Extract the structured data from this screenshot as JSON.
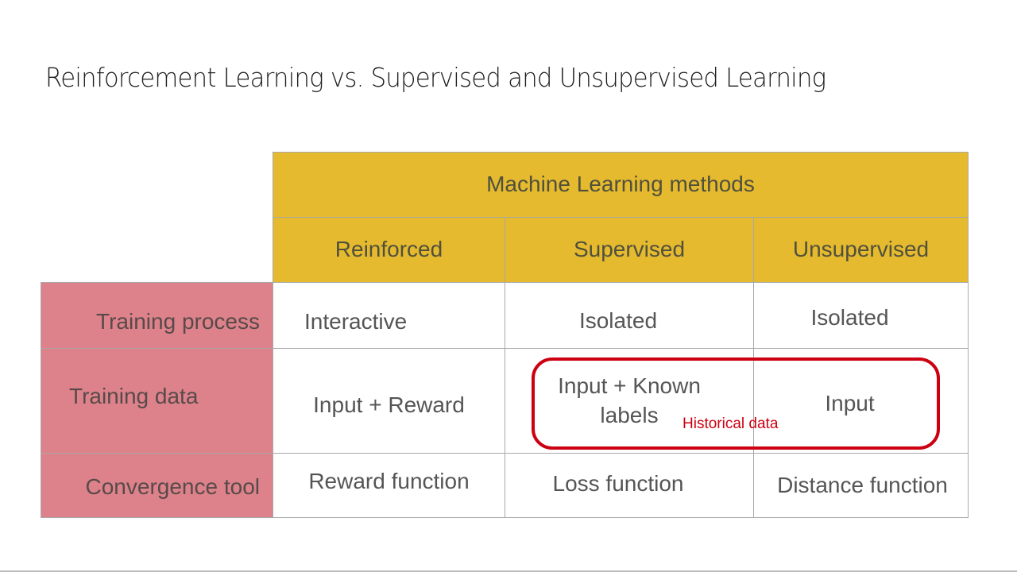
{
  "slide": {
    "title": "Reinforcement Learning vs. Supervised and Unsupervised Learning"
  },
  "table": {
    "group_header": "Machine Learning methods",
    "columns": [
      "Reinforced",
      "Supervised",
      "Unsupervised"
    ],
    "rows": [
      {
        "label": "Training process",
        "cells": [
          "Interactive",
          "Isolated",
          "Isolated"
        ]
      },
      {
        "label": "Training data",
        "cells": [
          "Input + Reward",
          "Input + Known labels",
          "Input"
        ]
      },
      {
        "label": "Convergence tool",
        "cells": [
          "Reward function",
          "Loss function",
          "Distance function"
        ]
      }
    ]
  },
  "annotation": {
    "label": "Historical data",
    "color": "#cc0011"
  },
  "colors": {
    "header_bg": "#e5ba2f",
    "row_header_bg": "#dd828a",
    "highlight_border": "#cc0011"
  }
}
